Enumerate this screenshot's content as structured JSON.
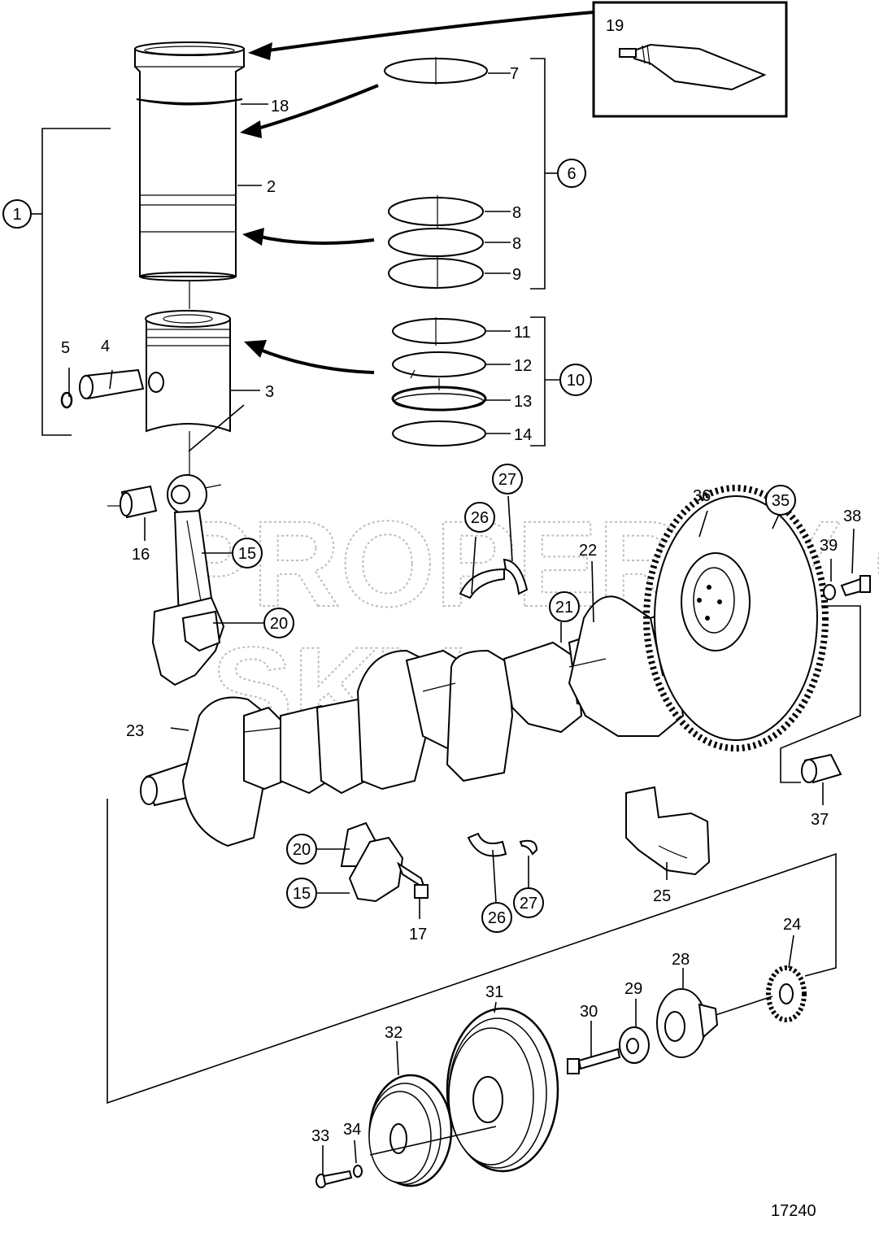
{
  "watermark": {
    "line1": "PROPERTY OF",
    "line2": "SKV"
  },
  "figure_number": "17240",
  "callouts": {
    "c1": "1",
    "c2": "2",
    "c3": "3",
    "c4": "4",
    "c5": "5",
    "c6": "6",
    "c7": "7",
    "c8a": "8",
    "c8b": "8",
    "c9": "9",
    "c10": "10",
    "c11": "11",
    "c12": "12",
    "c13": "13",
    "c14": "14",
    "c15a": "15",
    "c15b": "15",
    "c16": "16",
    "c17": "17",
    "c18": "18",
    "c19": "19",
    "c20a": "20",
    "c20b": "20",
    "c21": "21",
    "c22": "22",
    "c23": "23",
    "c24": "24",
    "c25": "25",
    "c26a": "26",
    "c26b": "26",
    "c27a": "27",
    "c27b": "27",
    "c28": "28",
    "c29": "29",
    "c30": "30",
    "c31": "31",
    "c32": "32",
    "c33": "33",
    "c34": "34",
    "c35": "35",
    "c36": "36",
    "c37": "37",
    "c38": "38",
    "c39": "39"
  }
}
